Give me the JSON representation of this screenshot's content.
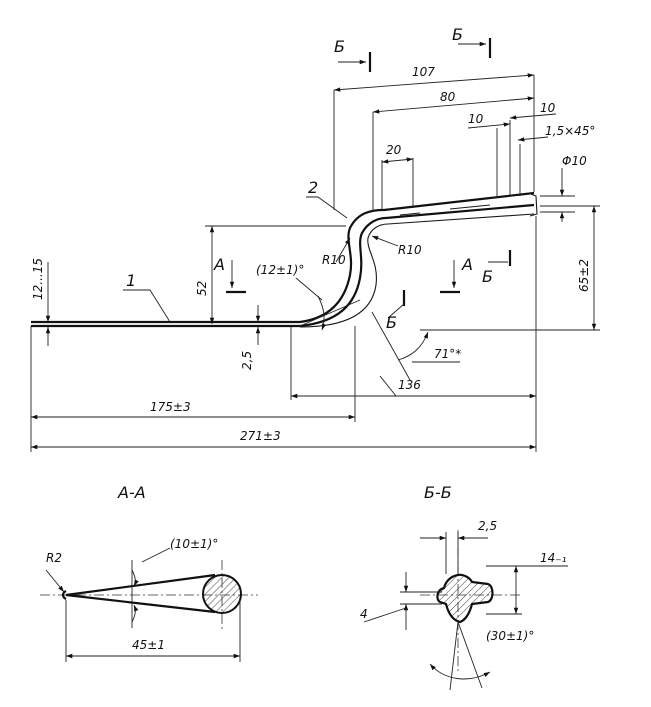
{
  "main_view": {
    "leaders": {
      "part1": "1",
      "part2": "2"
    },
    "dims": {
      "d107": "107",
      "d80": "80",
      "d10a": "10",
      "d10b": "10",
      "chamfer": "1,5×45°",
      "d20": "20",
      "phi10": "Φ10",
      "r10_right": "R10",
      "r10_left": "R10",
      "angle12": "(12±1)°",
      "d52": "52",
      "d65": "65±2",
      "thickness": "12...15",
      "d25": "2,5",
      "angle71": "71°*",
      "d136": "136",
      "d175": "175±3",
      "d271": "271±3"
    },
    "sections": {
      "b_left": "Б",
      "b_right": "Б",
      "b_low_right": "Б",
      "b_low": "Б",
      "a_left": "А",
      "a_right": "А"
    }
  },
  "section_aa": {
    "title": "А-А",
    "r2": "R2",
    "angle": "(10±1)°",
    "length": "45±1"
  },
  "section_bb": {
    "title": "Б-Б",
    "d25": "2,5",
    "d14": "14₋₁",
    "d4": "4",
    "angle": "(30±1)°"
  }
}
